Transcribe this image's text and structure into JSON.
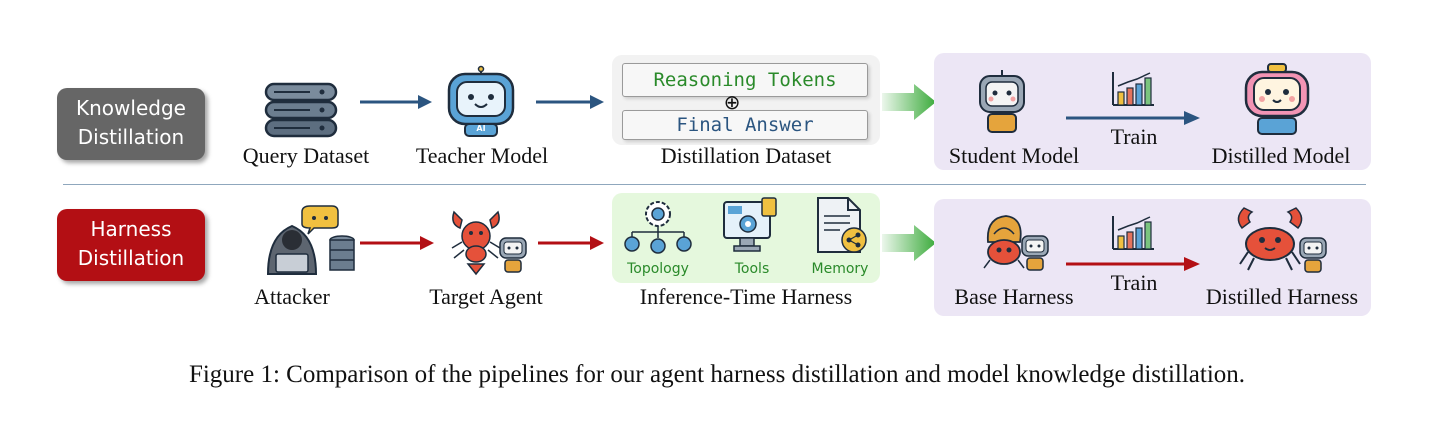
{
  "colors": {
    "kd_accent": "#2b5580",
    "hd_accent": "#b30f14",
    "kd_pill": "#666666",
    "hd_pill": "#b30f14",
    "purple_panel": "#ece6f5",
    "green_panel": "#e5f8dd",
    "green_arrow": "#3cab3c"
  },
  "rows": {
    "knowledge": {
      "label_line1": "Knowledge",
      "label_line2": "Distillation",
      "query_dataset": "Query Dataset",
      "teacher_model": "Teacher Model",
      "distillation_dataset": "Distillation Dataset",
      "reasoning_tokens": "Reasoning Tokens",
      "plus_symbol": "⊕",
      "final_answer": "Final Answer",
      "student_model": "Student Model",
      "train": "Train",
      "distilled_model": "Distilled Model",
      "ai_badge": "AI"
    },
    "harness": {
      "label_line1": "Harness",
      "label_line2": "Distillation",
      "attacker": "Attacker",
      "target_agent": "Target Agent",
      "topology": "Topology",
      "tools": "Tools",
      "memory": "Memory",
      "inference_time_harness": "Inference-Time Harness",
      "base_harness": "Base Harness",
      "train": "Train",
      "distilled_harness": "Distilled Harness"
    }
  },
  "icons": [
    "database-icon",
    "teacher-robot-icon",
    "student-robot-icon",
    "bar-chart-icon",
    "distilled-robot-icon",
    "hacker-icon",
    "lobster-icon",
    "small-robot-icon",
    "topology-icon",
    "tools-monitor-icon",
    "memory-document-icon",
    "hermit-crab-icon",
    "crab-icon"
  ],
  "caption": "Figure 1: Comparison of the pipelines for our agent harness distillation and model knowledge distillation."
}
